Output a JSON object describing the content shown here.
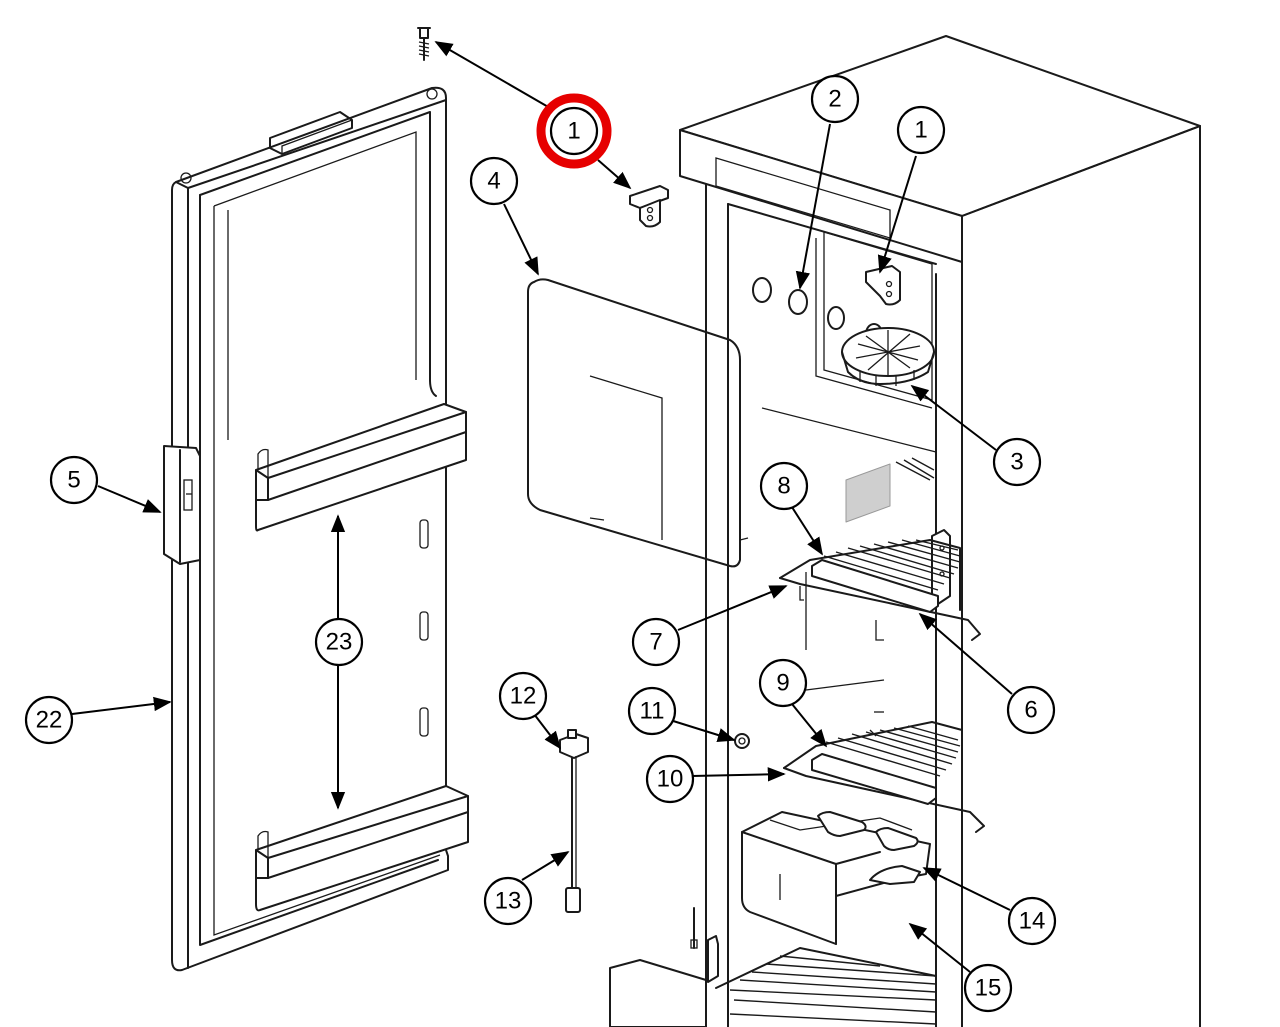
{
  "diagram": {
    "highlight_color": "#e60000",
    "callouts": [
      {
        "id": "c1a",
        "label": "1",
        "highlighted": true
      },
      {
        "id": "c1b",
        "label": "1"
      },
      {
        "id": "c2",
        "label": "2"
      },
      {
        "id": "c3",
        "label": "3"
      },
      {
        "id": "c4",
        "label": "4"
      },
      {
        "id": "c5",
        "label": "5"
      },
      {
        "id": "c6",
        "label": "6"
      },
      {
        "id": "c7",
        "label": "7"
      },
      {
        "id": "c8",
        "label": "8"
      },
      {
        "id": "c9",
        "label": "9"
      },
      {
        "id": "c10",
        "label": "10"
      },
      {
        "id": "c11",
        "label": "11"
      },
      {
        "id": "c12",
        "label": "12"
      },
      {
        "id": "c13",
        "label": "13"
      },
      {
        "id": "c14",
        "label": "14"
      },
      {
        "id": "c15",
        "label": "15"
      },
      {
        "id": "c22",
        "label": "22"
      },
      {
        "id": "c23",
        "label": "23"
      }
    ]
  }
}
